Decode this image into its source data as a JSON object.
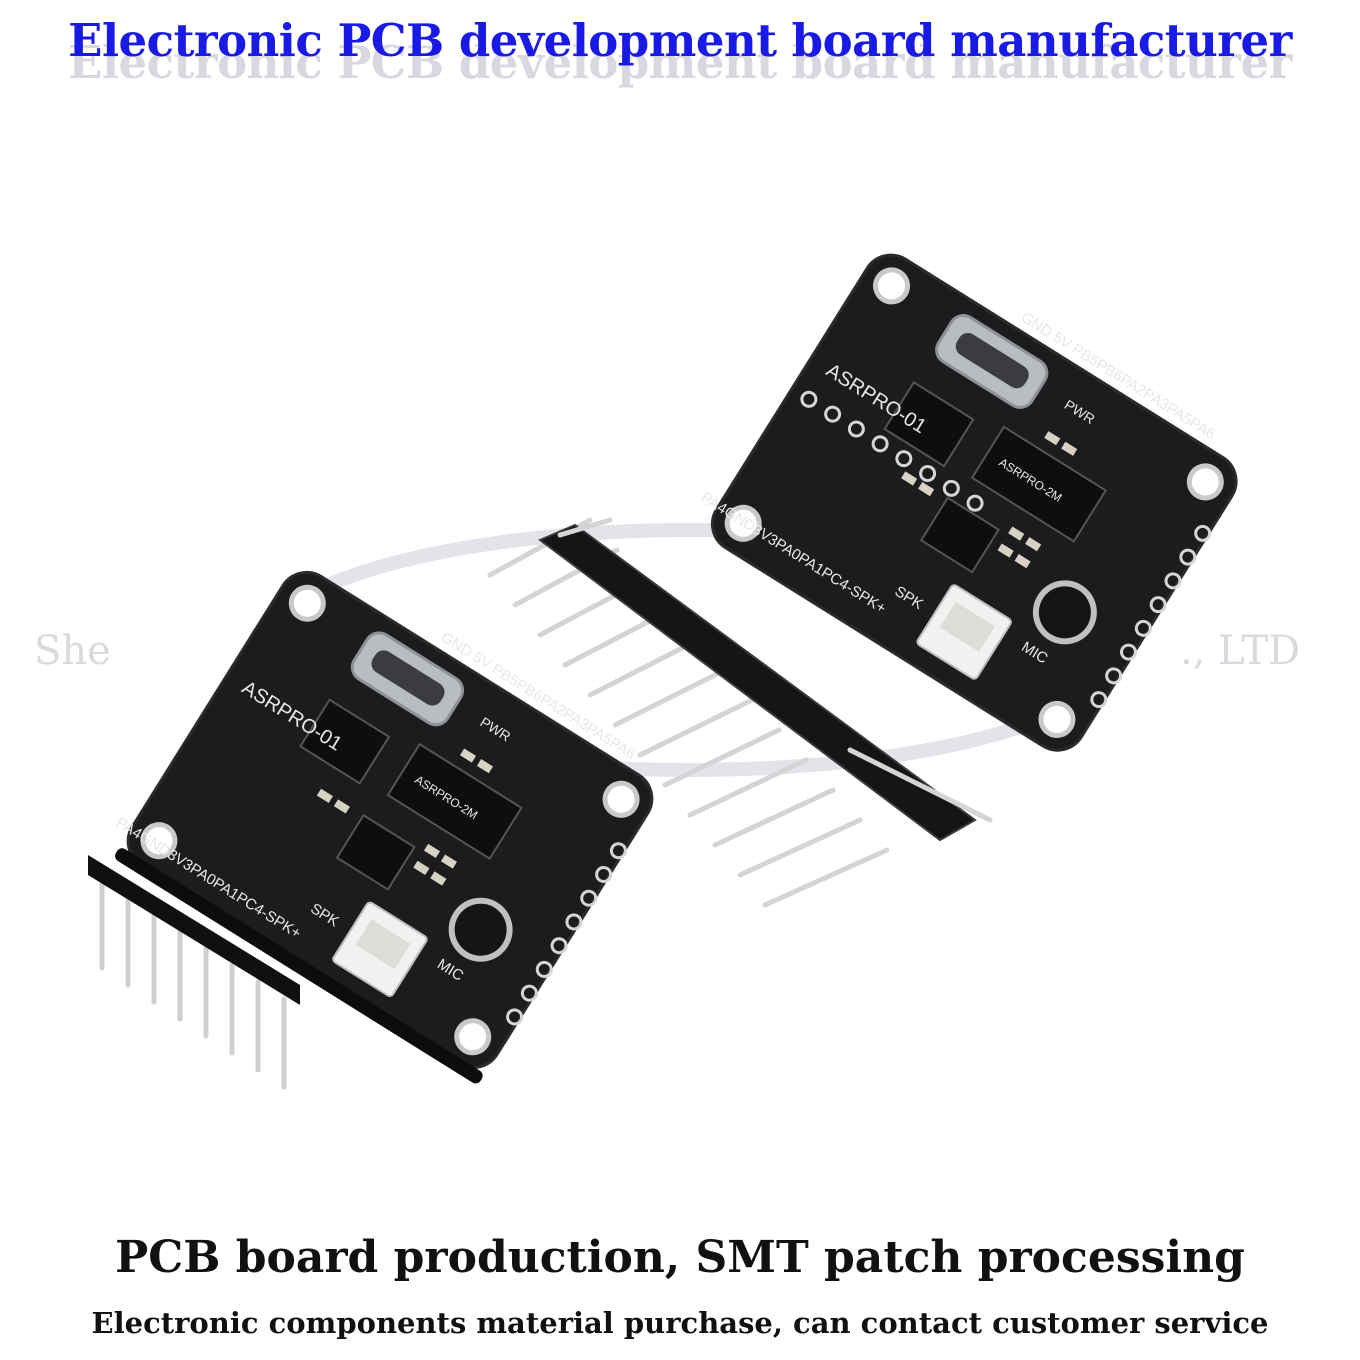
{
  "header": {
    "title": "Electronic PCB development board manufacturer"
  },
  "watermark": {
    "left_text": "She",
    "right_text": "., LTD"
  },
  "boards": {
    "model_label": "ASRPRO-01",
    "pwr_label": "PWR",
    "mic_label": "MIC",
    "spk_label": "SPK",
    "chip_label": "ASRPRO-2M",
    "top_pins": "GND 5V PB5PB6PA2PA3PA5PA6",
    "bottom_pins": "PA4GND3V3PA0PA1PC4-SPK+"
  },
  "footer": {
    "main": "PCB board production, SMT patch processing",
    "sub": "Electronic components material purchase, can contact customer service"
  },
  "colors": {
    "headline": "#1a1ae6",
    "board": "#1c1c1e",
    "connector": "#f1f1ef",
    "usb_metal": "#b9bcc0"
  }
}
